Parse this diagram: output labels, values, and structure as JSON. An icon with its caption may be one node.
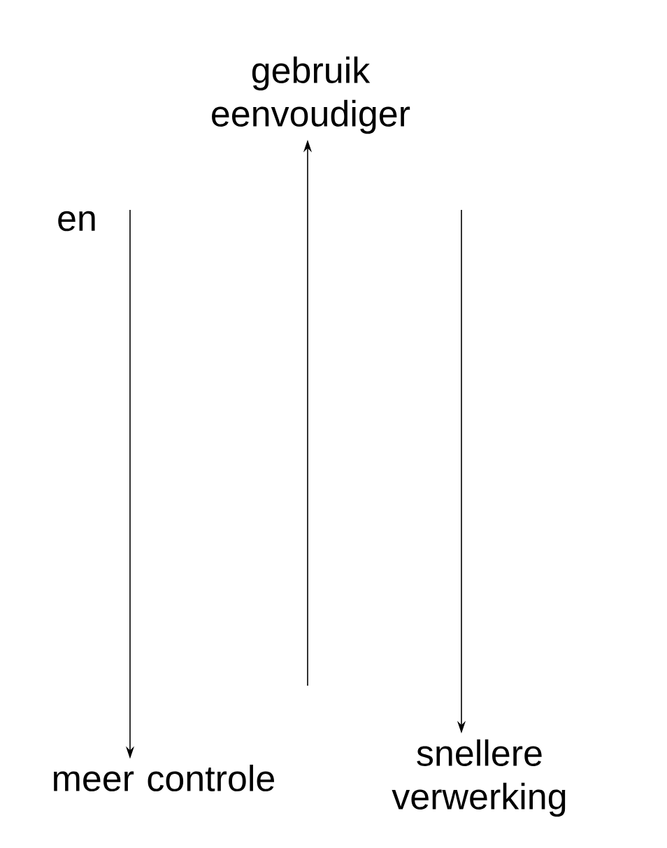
{
  "diagram": {
    "nodes": [
      {
        "text": [
          "gebruik eenvoudiger"
        ]
      },
      {
        "text": [
          "meer controle"
        ]
      },
      {
        "text": [
          "snellere verwerking"
        ]
      }
    ],
    "edges": [
      {
        "from": null,
        "to": 1,
        "arrow": "to"
      },
      {
        "from": null,
        "to": 0,
        "arrow": "to"
      },
      {
        "from": null,
        "to": 2,
        "arrow": "to"
      }
    ],
    "labels": [
      "en"
    ]
  }
}
